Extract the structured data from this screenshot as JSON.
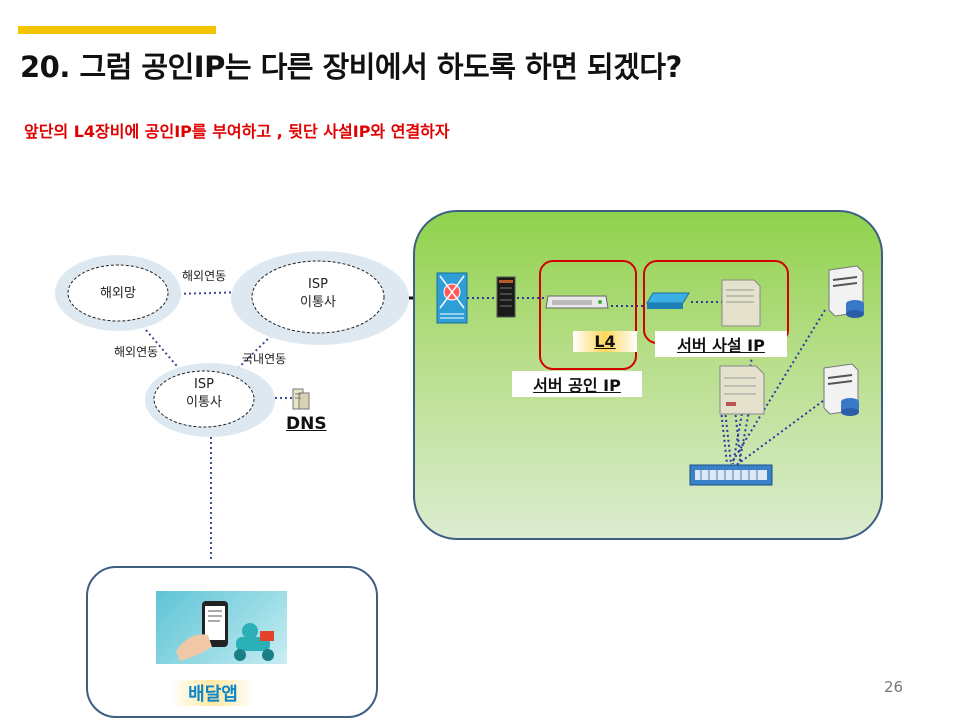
{
  "slide": {
    "title": "20. 그럼 공인IP는 다른 장비에서 하도록 하면 되겠다?",
    "subtitle": "앞단의 L4장비에 공인IP를 부여하고 , 뒷단 사설IP와 연결하자",
    "page_number": "26"
  },
  "diagram": {
    "clouds": {
      "overseas": "해외망",
      "isp_top_line1": "ISP",
      "isp_top_line2": "이통사",
      "isp_bottom_line1": "ISP",
      "isp_bottom_line2": "이통사"
    },
    "links": {
      "overseas_to_isp_top": "해외연동",
      "overseas_to_isp_bottom": "해외연동",
      "domestic": "국내연동"
    },
    "dns_label": "DNS",
    "l4_label": "L4",
    "public_ip_label": "서버 공인 IP",
    "private_ip_label": "서버 사설 IP",
    "app_label": "배달앱"
  },
  "colors": {
    "title_accent": "#f5c400",
    "subtitle_red": "#e00000",
    "highlight_box": "#d40000",
    "zone_border": "#3e5e82",
    "app_label_blue": "#0b86c8"
  }
}
